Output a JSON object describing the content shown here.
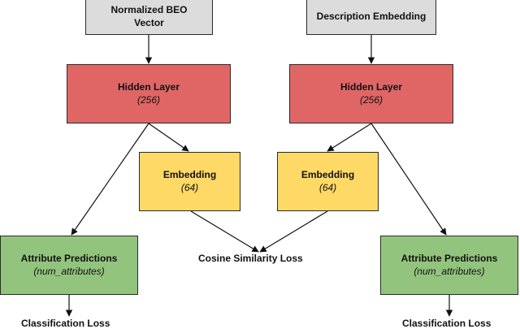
{
  "left": {
    "input_title": "Normalized BEO Vector",
    "hidden_title": "Hidden Layer",
    "hidden_size": "(256)",
    "embedding_title": "Embedding",
    "embedding_size": "(64)",
    "predictions_title": "Attribute Predictions",
    "predictions_size": "(num_attributes)",
    "loss_label": "Classification Loss"
  },
  "right": {
    "input_title": "Description Embedding",
    "hidden_title": "Hidden Layer",
    "hidden_size": "(256)",
    "embedding_title": "Embedding",
    "embedding_size": "(64)",
    "predictions_title": "Attribute Predictions",
    "predictions_size": "(num_attributes)",
    "loss_label": "Classification Loss"
  },
  "center": {
    "loss_label": "Cosine Similarity Loss"
  },
  "colors": {
    "input": "#dcdcdc",
    "hidden": "#e06666",
    "embedding": "#ffd966",
    "predictions": "#93c47d"
  }
}
